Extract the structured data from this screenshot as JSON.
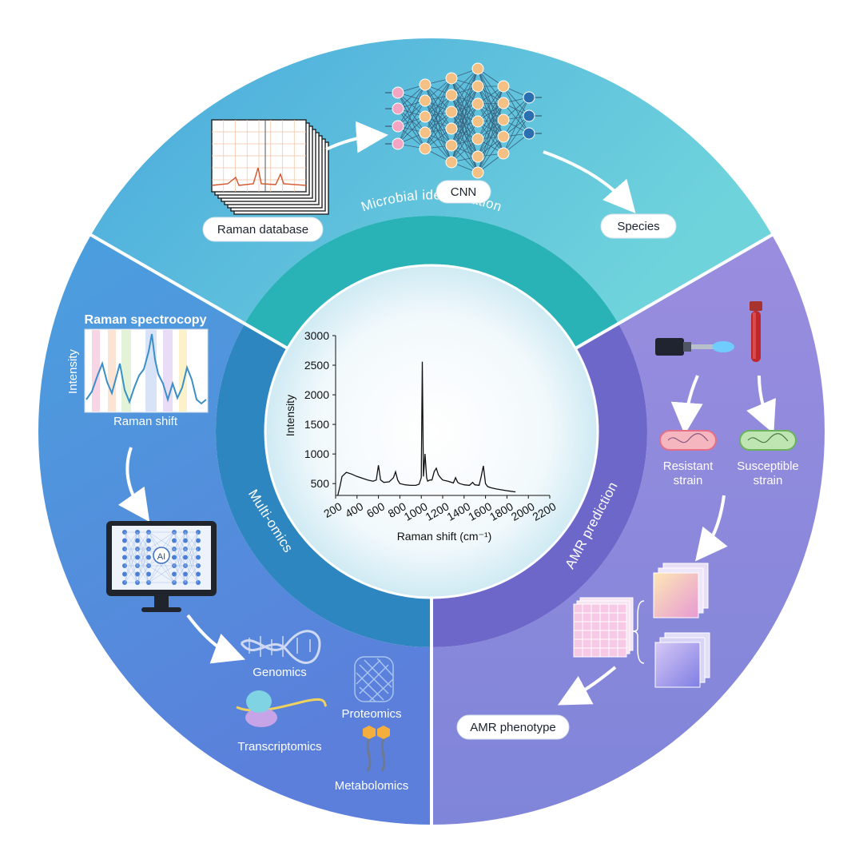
{
  "colors": {
    "segment_top": "#4cbfd9",
    "segment_left": "#4b8fdb",
    "segment_right": "#8f86db",
    "ring_top": "#29b3b6",
    "ring_left": "#2d86c0",
    "ring_right": "#6d67c9",
    "spectrum_line": "#111111",
    "node_pink": "#f2a6c4",
    "node_orange": "#f5c083",
    "node_blue": "#2a6fb0"
  },
  "segments": {
    "microbial_identification": {
      "ring_label": "Microbial identification",
      "database_label": "Raman database",
      "network_label": "CNN",
      "output_label": "Species"
    },
    "multi_omics": {
      "ring_label": "Multi-omics",
      "spectroscopy_title": "Raman spectrocopy",
      "spectrum_ylabel": "Intensity",
      "spectrum_xlabel": "Raman shift",
      "ai_label": "AI",
      "omics": [
        "Genomics",
        "Proteomics",
        "Transcriptomics",
        "Metabolomics"
      ]
    },
    "amr_prediction": {
      "ring_label": "AMR prediction",
      "resistant_lines": [
        "Resistant",
        "strain"
      ],
      "susceptible_lines": [
        "Susceptible",
        "strain"
      ],
      "phenotype_label": "AMR phenotype"
    }
  },
  "chart_data": {
    "type": "line",
    "xlabel": "Raman shift (cm⁻¹)",
    "ylabel": "Intensity",
    "xlim": [
      200,
      2200
    ],
    "ylim": [
      300,
      3000
    ],
    "xticks": [
      200,
      400,
      600,
      800,
      1000,
      1200,
      1400,
      1600,
      1800,
      2000,
      2200
    ],
    "yticks": [
      500,
      1000,
      1500,
      2000,
      2500,
      3000
    ],
    "x": [
      220,
      240,
      260,
      300,
      350,
      400,
      450,
      500,
      550,
      580,
      600,
      620,
      650,
      700,
      740,
      760,
      780,
      800,
      850,
      900,
      950,
      980,
      1000,
      1010,
      1020,
      1035,
      1050,
      1060,
      1080,
      1100,
      1120,
      1140,
      1160,
      1180,
      1200,
      1250,
      1300,
      1320,
      1340,
      1360,
      1400,
      1450,
      1480,
      1500,
      1540,
      1560,
      1580,
      1600,
      1620,
      1650,
      1700,
      1800,
      1880
    ],
    "y": [
      300,
      450,
      620,
      690,
      660,
      620,
      590,
      560,
      540,
      560,
      810,
      560,
      520,
      530,
      600,
      700,
      560,
      500,
      480,
      470,
      470,
      490,
      600,
      2560,
      620,
      1000,
      600,
      540,
      560,
      560,
      700,
      760,
      650,
      600,
      560,
      540,
      510,
      600,
      520,
      500,
      480,
      470,
      520,
      480,
      470,
      620,
      800,
      500,
      450,
      430,
      410,
      380,
      360
    ]
  }
}
